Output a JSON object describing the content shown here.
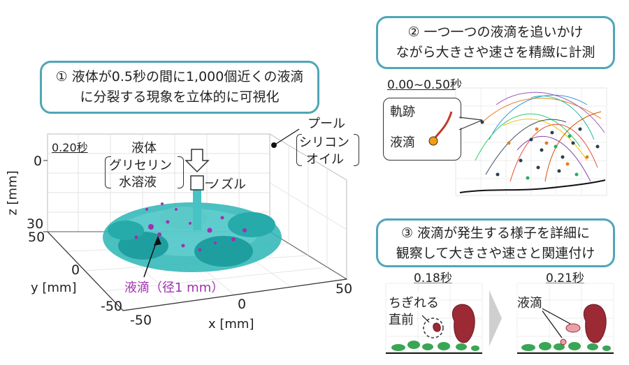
{
  "callouts": {
    "one": [
      "① 液体が0.5秒の間に1,000個近くの液滴",
      "に分裂する現象を立体的に可視化"
    ],
    "two": [
      "② 一つ一つの液滴を追いかけ",
      "ながら大きさや速さを精緻に計測"
    ],
    "three": [
      "③ 液滴が発生する様子を詳細に",
      "観察して大きさや速さと関連付け"
    ]
  },
  "main_plot": {
    "time": "0.20秒",
    "liquid_label": "液体",
    "liquid_type": [
      "グリセリン",
      "水溶液"
    ],
    "nozzle_label": "ノズル",
    "pool_label": "プール",
    "pool_type": [
      "シリコン",
      "オイル"
    ],
    "droplet_label": "液滴（径1 mm）",
    "z_axis_label": "z [mm]",
    "y_axis_label": "y [mm]",
    "x_axis_label": "x [mm]",
    "z_ticks": [
      "0",
      "30"
    ],
    "y_ticks": [
      "50",
      "0",
      "-50"
    ],
    "x_ticks": [
      "-50",
      "0",
      "50"
    ]
  },
  "tracking_plot": {
    "time": "0.00~0.50秒",
    "legend_trajectory": "軌跡",
    "legend_droplet": "液滴"
  },
  "snapshots": {
    "left_time": "0.18秒",
    "right_time": "0.21秒",
    "left_label": [
      "ちぎれる",
      "直前"
    ],
    "right_label": "液滴"
  },
  "colors": {
    "accent_border": "#4fa6b7",
    "liquid_pool": "#2bb5b5",
    "droplets": "#a030b0",
    "trajectory": "#c0392b",
    "droplet_marker": "#f39c12"
  }
}
